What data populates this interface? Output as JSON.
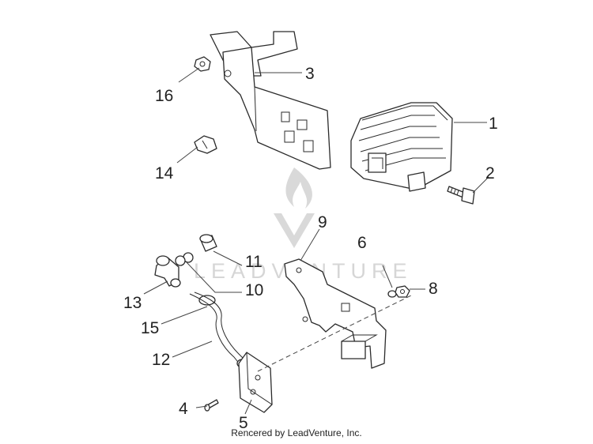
{
  "watermark": {
    "text": "LEADVENTURE"
  },
  "callouts": {
    "p1": "1",
    "p2": "2",
    "p3": "3",
    "p4": "4",
    "p5": "5",
    "p6": "6",
    "p8": "8",
    "p9": "9",
    "p10": "10",
    "p11": "11",
    "p12": "12",
    "p13": "13",
    "p14": "14",
    "p15": "15",
    "p16": "16"
  },
  "credit": "Rencered by LeadVenture, Inc.",
  "colors": {
    "line": "#2b2b2b",
    "watermark": "#d6d6d6",
    "background": "#ffffff"
  }
}
